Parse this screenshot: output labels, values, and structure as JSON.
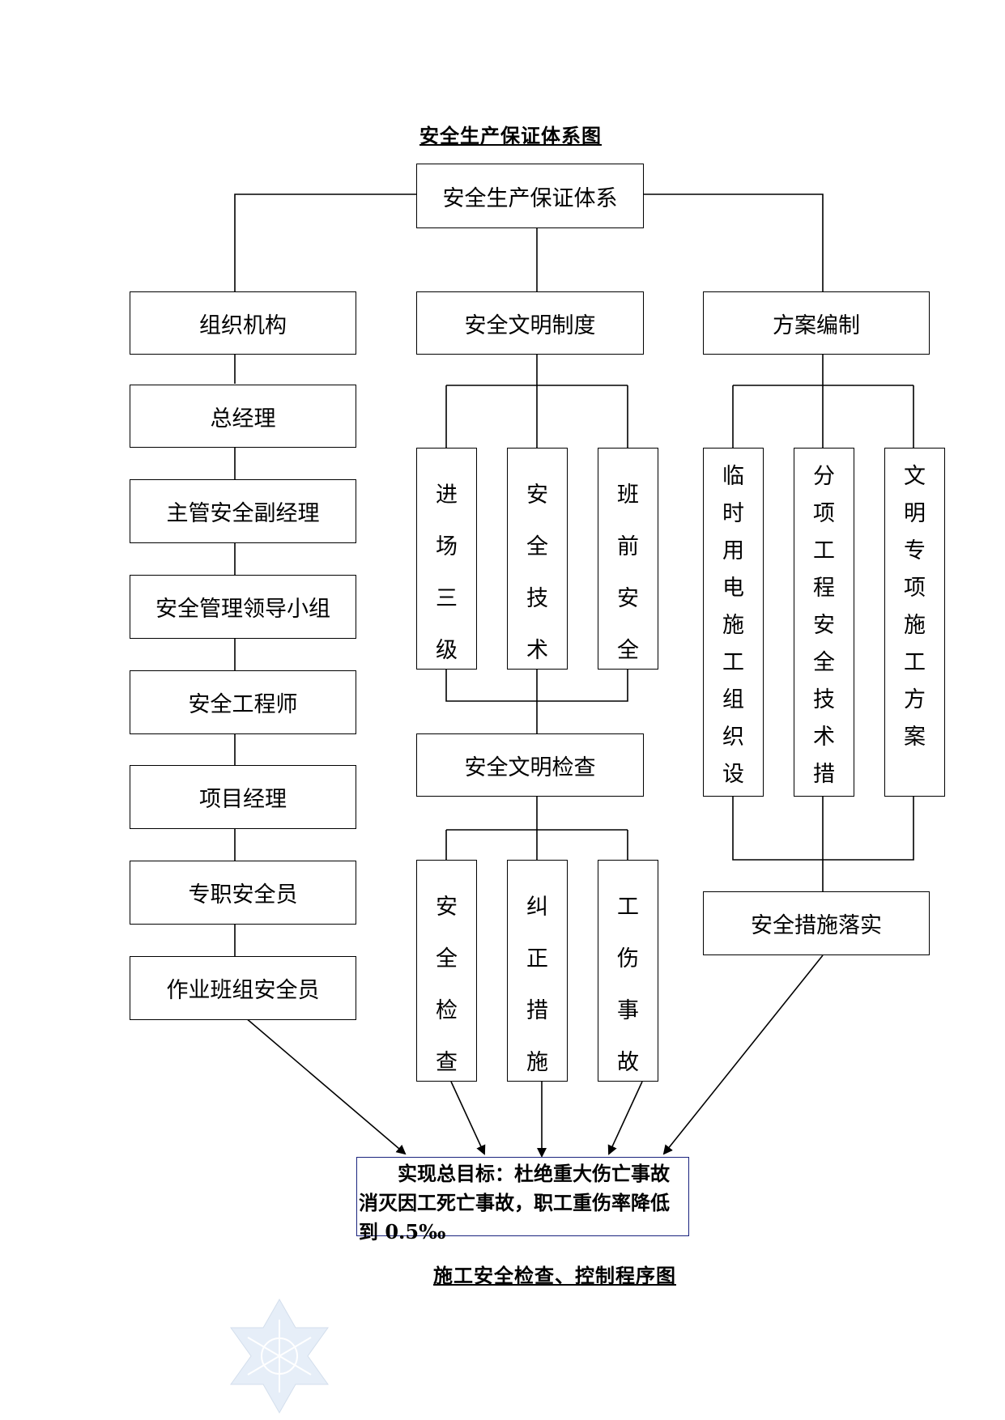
{
  "title": "安全生产保证体系图",
  "root": "安全生产保证体系",
  "branches": {
    "org": "组织机构",
    "system": "安全文明制度",
    "plan": "方案编制"
  },
  "org_chain": [
    "总经理",
    "主管安全副经理",
    "安全管理领导小组",
    "安全工程师",
    "项目经理",
    "专职安全员",
    "作业班组安全员"
  ],
  "system_items": [
    [
      "进",
      "场",
      "三",
      "级"
    ],
    [
      "安",
      "全",
      "技",
      "术"
    ],
    [
      "班",
      "前",
      "安",
      "全"
    ]
  ],
  "check": "安全文明检查",
  "check_items": [
    [
      "安",
      "全",
      "检",
      "查"
    ],
    [
      "纠",
      "正",
      "措",
      "施"
    ],
    [
      "工",
      "伤",
      "事",
      "故"
    ]
  ],
  "plan_items": [
    [
      "临",
      "时",
      "用",
      "电",
      "施",
      "工",
      "组",
      "织",
      "设"
    ],
    [
      "分",
      "项",
      "工",
      "程",
      "安",
      "全",
      "技",
      "术",
      "措"
    ],
    [
      "文",
      "明",
      "专",
      "项",
      "施",
      "工",
      "方",
      "案"
    ]
  ],
  "measures": "安全措施落实",
  "goal": {
    "line1": "实现总目标：杜绝重大伤亡事故",
    "line2": "消灭因工死亡事故，职工重伤率降低",
    "line3": "到 0.5‰"
  },
  "subtitle": "施工安全检查、控制程序图"
}
